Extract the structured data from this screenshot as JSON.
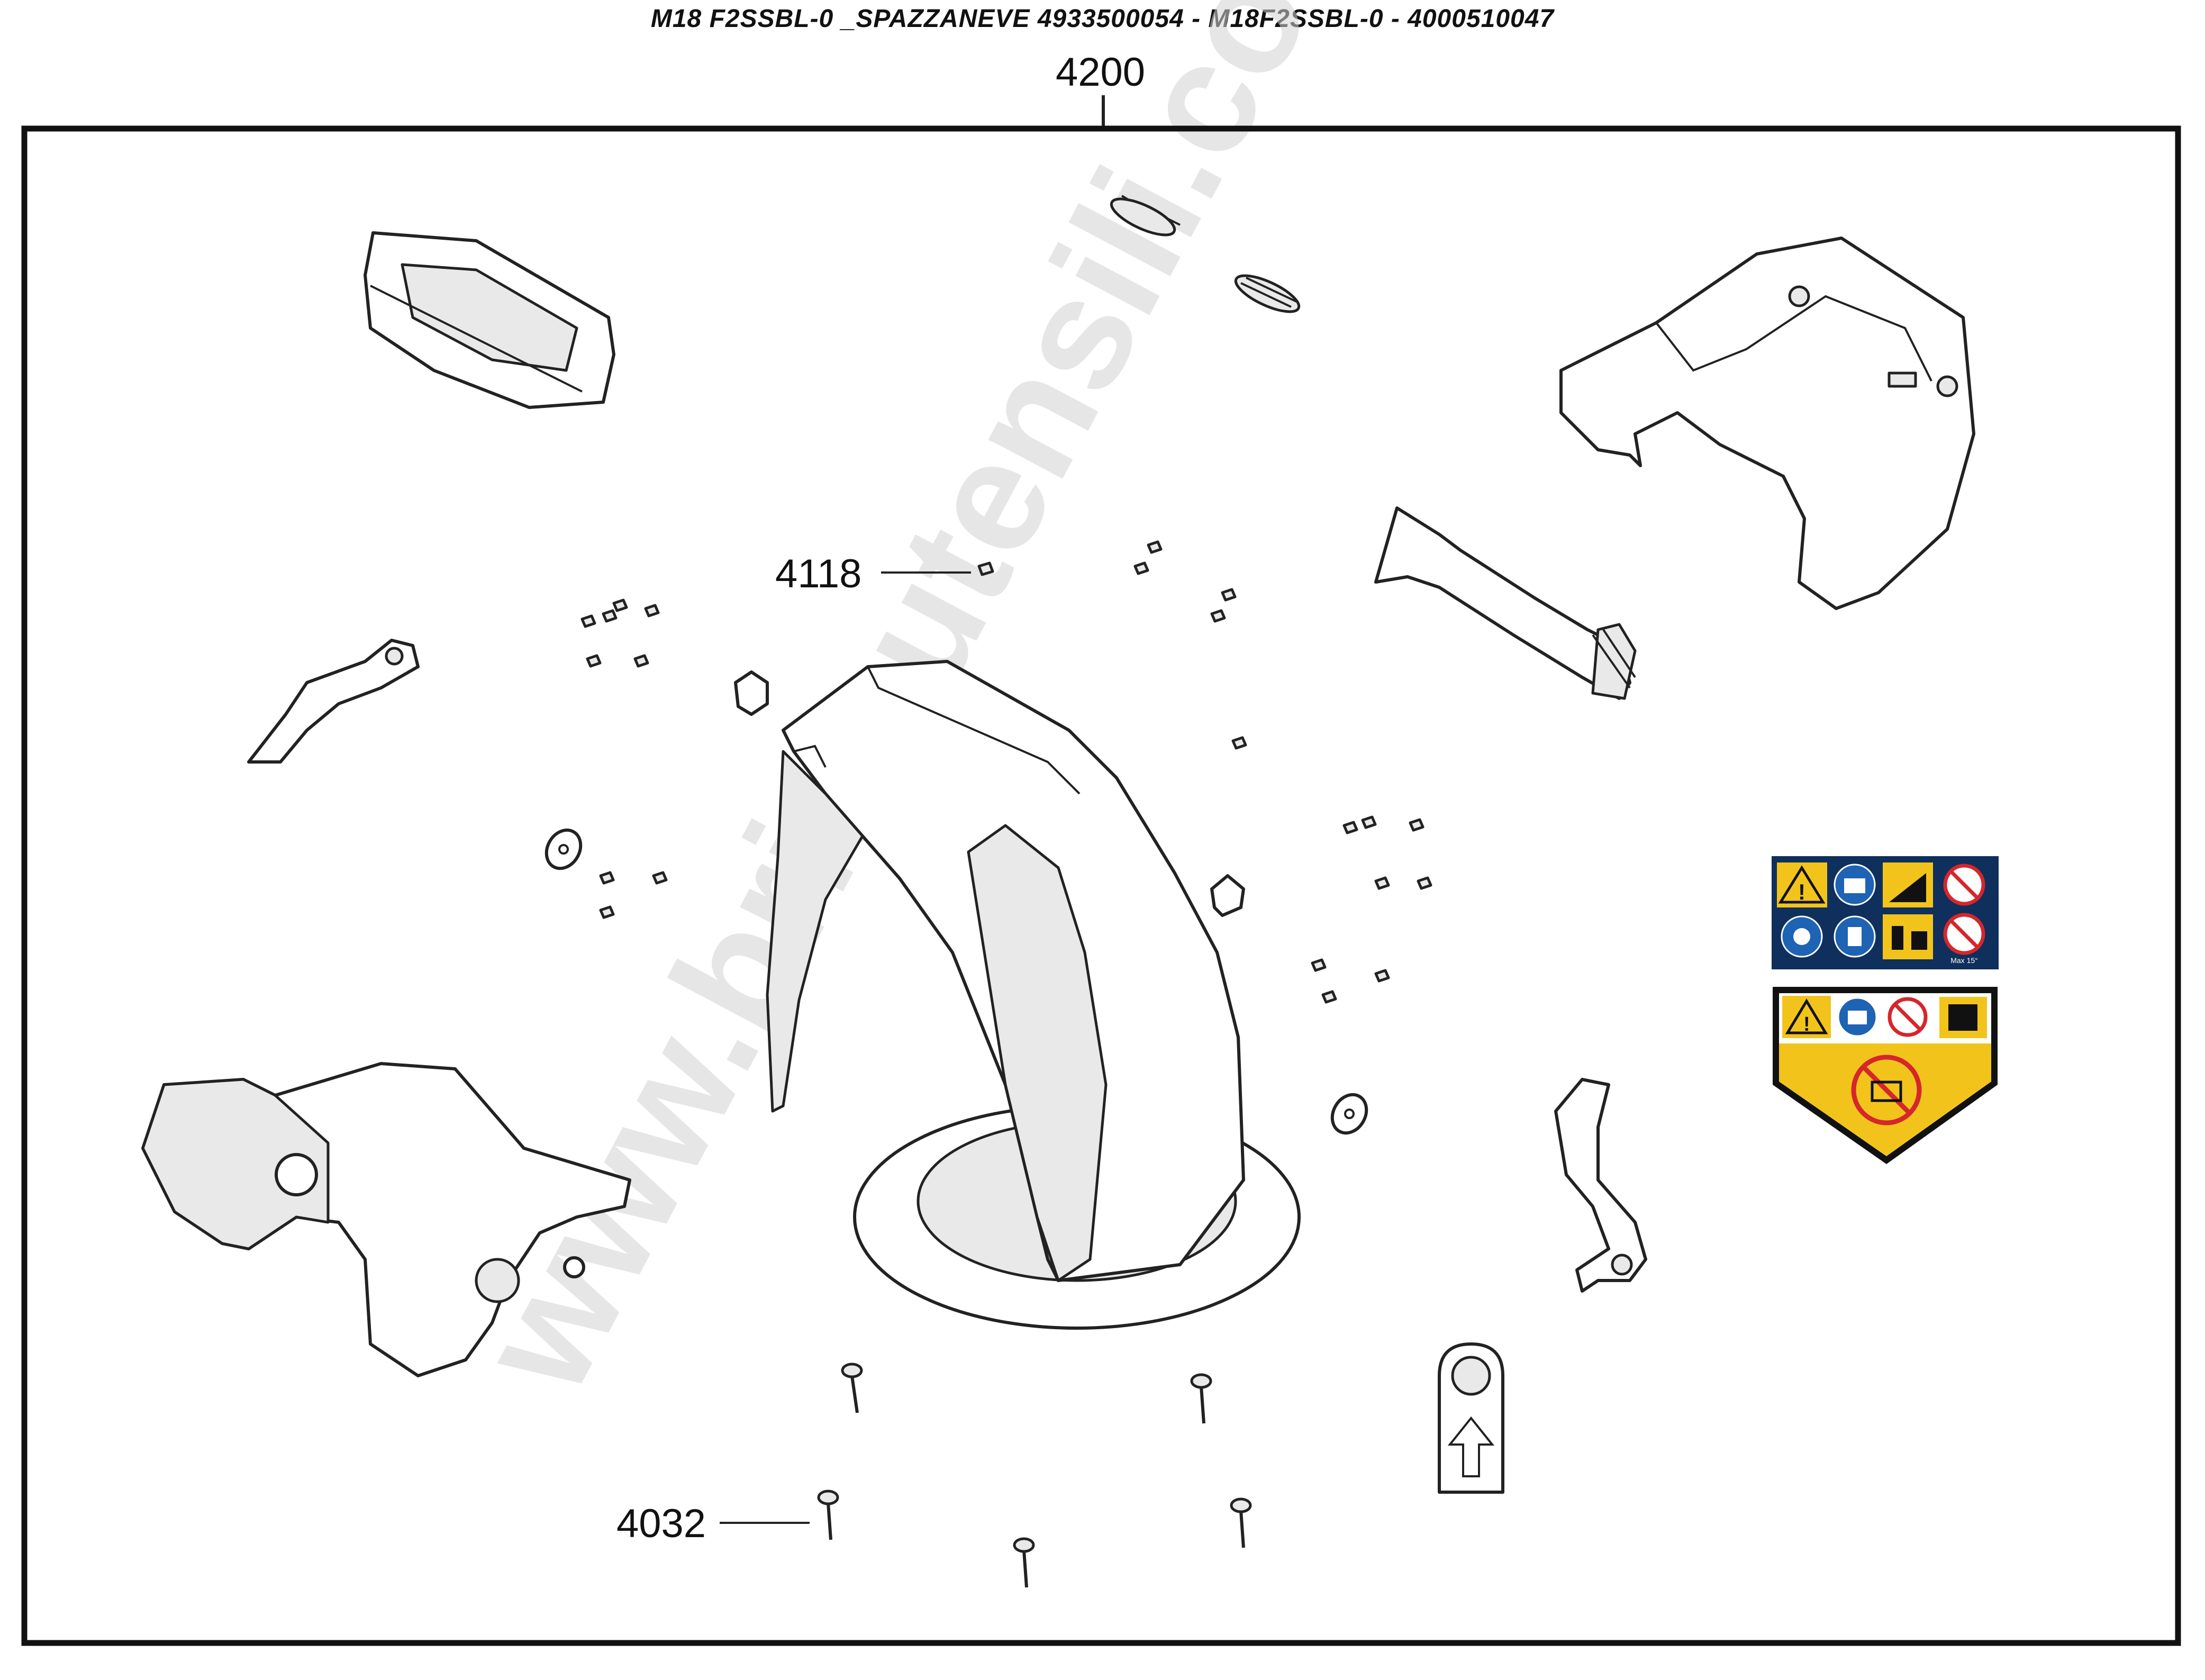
{
  "header": {
    "title": "M18 F2SSBL-0 _SPAZZANEVE 4933500054 - M18F2SSBL-0 - 4000510047"
  },
  "callouts": {
    "assembly": "4200",
    "screw_small": "4118",
    "screw_long": "4032"
  },
  "watermark": "www.bricoutensili.com",
  "label_sticker": {
    "small_text": "Max 15°"
  },
  "colors": {
    "warning_yellow": "#f2c41b",
    "sticker_navy": "#0f2f5c",
    "prohibition_red": "#d6262b",
    "mandatory_blue": "#1e63b4"
  },
  "icons": [
    "warning-triangle-icon",
    "read-manual-icon",
    "slope-warning-icon",
    "no-hands-icon",
    "ear-protection-icon",
    "operator-icon",
    "clearance-icon",
    "no-feet-icon",
    "caution-icon",
    "manual-icon",
    "no-entry-icon",
    "chute-icon",
    "rotating-blade-warning-icon",
    "arrow-up-icon"
  ]
}
